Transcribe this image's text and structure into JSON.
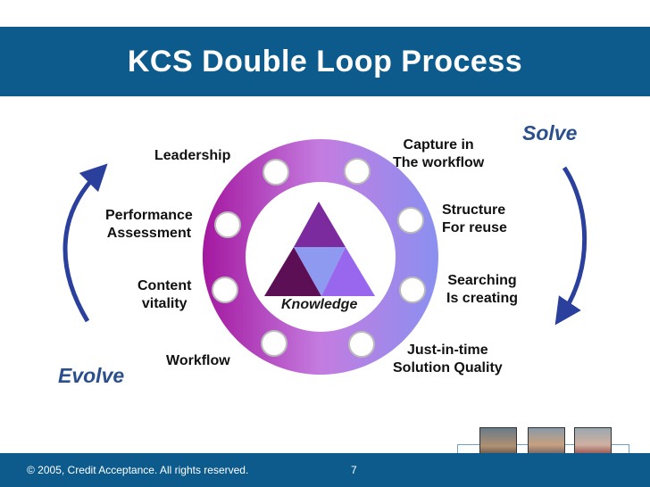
{
  "header": {
    "title": "KCS Double Loop Process"
  },
  "loop": {
    "center_label": "Knowledge",
    "left_labels": {
      "leadership": "Leadership",
      "performance_line1": "Performance",
      "performance_line2": "Assessment",
      "content_line1": "Content",
      "content_line2": "vitality",
      "workflow": "Workflow"
    },
    "right_labels": {
      "capture_line1": "Capture in",
      "capture_line2": "The workflow",
      "structure_line1": "Structure",
      "structure_line2": "For reuse",
      "searching_line1": "Searching",
      "searching_line2": "Is creating",
      "jit_line1": "Just-in-time",
      "jit_line2": "Solution Quality"
    },
    "solve_label": "Solve",
    "evolve_label": "Evolve"
  },
  "footer": {
    "copyright": "© 2005, Credit Acceptance.  All rights reserved.",
    "page_number": "7"
  },
  "colors": {
    "title_bar": "#0d5b8c",
    "ring_left": "#9b1fa8",
    "ring_right": "#8a8cf0",
    "arrow_blue": "#2b3f9c",
    "accent_text": "#2b4f8c"
  }
}
